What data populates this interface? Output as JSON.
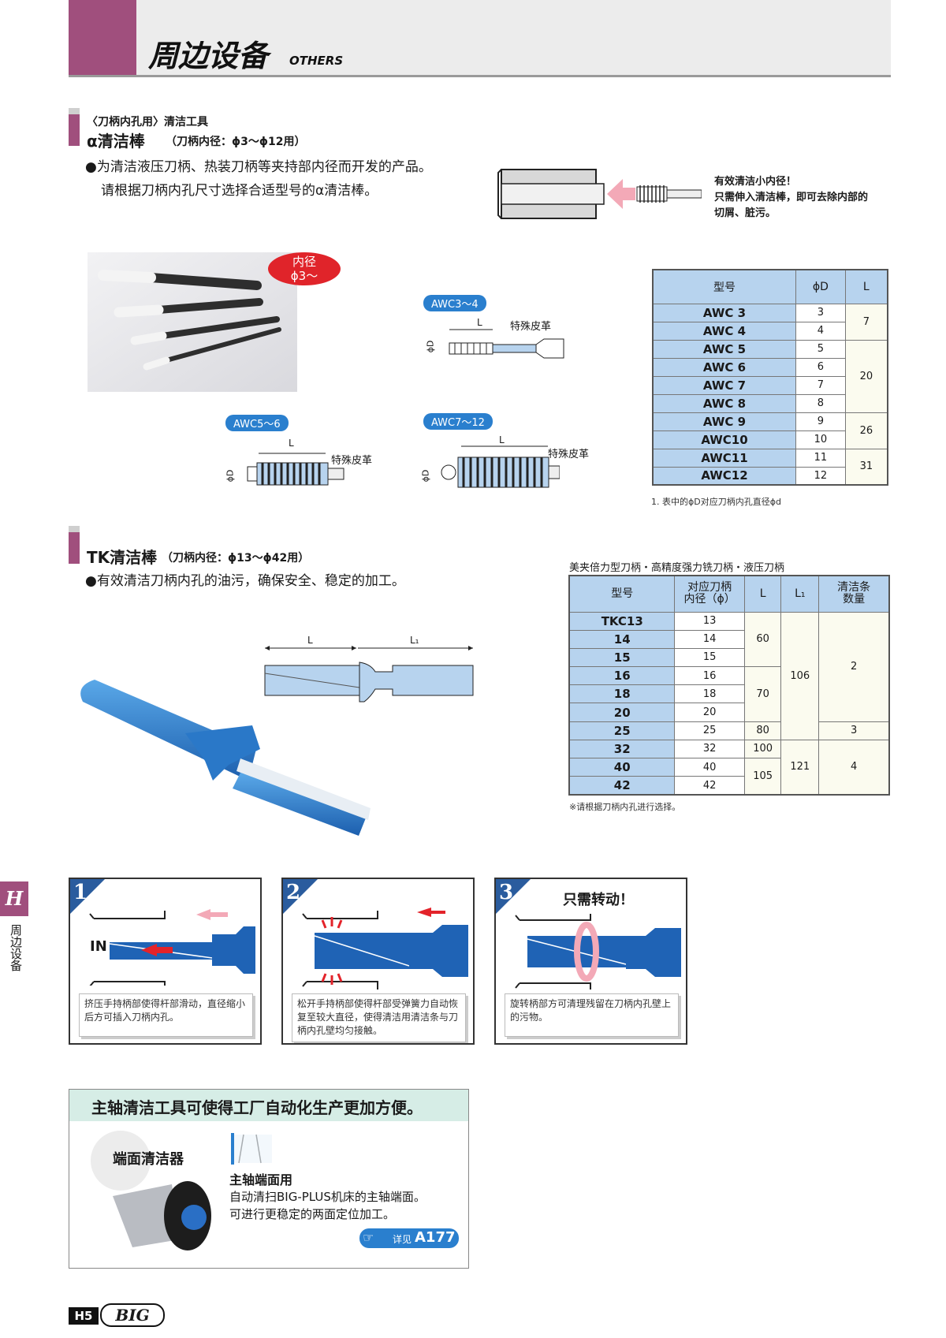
{
  "header": {
    "title": "周边设备",
    "subtitle": "OTHERS"
  },
  "side": {
    "tab": "H",
    "label": "周边设备"
  },
  "alpha": {
    "kicker": "〈刀柄内孔用〉清洁工具",
    "name": "α清洁棒",
    "range": "（刀柄内径：ϕ3〜ϕ12用）",
    "desc1": "●为清洁液压刀柄、热装刀柄等夹持部内径而开发的产品。",
    "desc2": "请根据刀柄内孔尺寸选择合适型号的α清洁棒。",
    "callout": [
      "有效清洁小内径！",
      "只需伸入清洁棒，即可去除内部的",
      "切屑、脏污。"
    ],
    "photo_badge": [
      "内径",
      "ϕ3〜"
    ],
    "diagrams": [
      {
        "label": "AWC3〜4",
        "dim_l": "L",
        "dim_d": "ϕD",
        "material": "特殊皮革"
      },
      {
        "label": "AWC5〜6",
        "dim_l": "L",
        "dim_d": "ϕD",
        "material": "特殊皮革"
      },
      {
        "label": "AWC7〜12",
        "dim_l": "L",
        "dim_d": "ϕD",
        "material": "特殊皮革"
      }
    ],
    "table": {
      "headers": [
        "型号",
        "ϕD",
        "L"
      ],
      "rows": [
        {
          "model": "AWC  3",
          "d": "3"
        },
        {
          "model": "AWC  4",
          "d": "4"
        },
        {
          "model": "AWC  5",
          "d": "5"
        },
        {
          "model": "AWC  6",
          "d": "6"
        },
        {
          "model": "AWC  7",
          "d": "7"
        },
        {
          "model": "AWC  8",
          "d": "8"
        },
        {
          "model": "AWC  9",
          "d": "9"
        },
        {
          "model": "AWC10",
          "d": "10"
        },
        {
          "model": "AWC11",
          "d": "11"
        },
        {
          "model": "AWC12",
          "d": "12"
        }
      ],
      "l_groups": [
        "7",
        "20",
        "26",
        "31"
      ],
      "note": "1. 表中的ϕD对应刀柄内孔直径ϕd"
    }
  },
  "tk": {
    "name": "TK清洁棒",
    "range": "（刀柄内径：ϕ13〜ϕ42用）",
    "desc": "●有效清洁刀柄内孔的油污，确保安全、稳定的加工。",
    "dim_l": "L",
    "dim_l1": "L₁",
    "table_caption": "美夹倍力型刀柄・高精度强力铣刀柄・液压刀柄",
    "table": {
      "headers": [
        "型号",
        "对应刀柄",
        "内径（ϕ）",
        "L",
        "L₁",
        "清洁条",
        "数量"
      ],
      "rows": [
        {
          "model": "TKC13",
          "dia": "13"
        },
        {
          "model": "14",
          "dia": "14"
        },
        {
          "model": "15",
          "dia": "15"
        },
        {
          "model": "16",
          "dia": "16"
        },
        {
          "model": "18",
          "dia": "18"
        },
        {
          "model": "20",
          "dia": "20"
        },
        {
          "model": "25",
          "dia": "25"
        },
        {
          "model": "32",
          "dia": "32"
        },
        {
          "model": "40",
          "dia": "40"
        },
        {
          "model": "42",
          "dia": "42"
        }
      ],
      "l_groups": [
        "60",
        "70",
        "80",
        "100",
        "105"
      ],
      "l1_groups": [
        "106",
        "121"
      ],
      "qty_groups": [
        "2",
        "3",
        "4"
      ],
      "note": "※请根据刀柄内孔进行选择。"
    }
  },
  "steps": [
    {
      "num": "1",
      "tag": "IN",
      "caption": "挤压手持柄部使得杆部滑动，直径缩小后方可插入刀柄内孔。"
    },
    {
      "num": "2",
      "caption": "松开手持柄部使得杆部受弹簧力自动恢复至较大直径，使得清洁用清洁条与刀柄内孔壁均匀接触。"
    },
    {
      "num": "3",
      "title": "只需转动！",
      "caption": "旋转柄部方可清理残留在刀柄内孔壁上的污物。"
    }
  ],
  "spindle": {
    "title": "主轴清洁工具可使得工厂自动化生产更加方便。",
    "product": "端面清洁器",
    "subhead": "主轴端面用",
    "desc1": "自动清扫BIG-PLUS机床的主轴端面。",
    "desc2": "可进行更稳定的两面定位加工。",
    "ref_prefix": "详见",
    "ref": "A177"
  },
  "footer": {
    "page": "H5",
    "logo": "BIG"
  }
}
